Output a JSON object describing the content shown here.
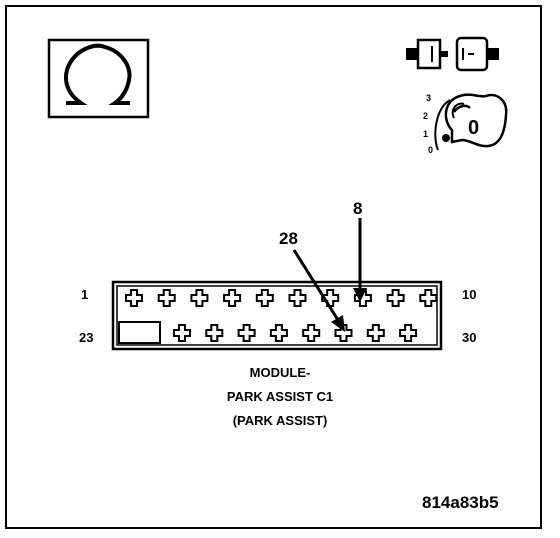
{
  "connector": {
    "pin_labels": {
      "top_left": "1",
      "top_right": "10",
      "bottom_left": "23",
      "bottom_right": "30"
    },
    "callouts": {
      "pin_a": "8",
      "pin_b": "28"
    },
    "title_lines": [
      "MODULE-",
      "PARK ASSIST C1",
      "(PARK ASSIST)"
    ]
  },
  "key_positions": [
    "3",
    "2",
    "1",
    "0"
  ],
  "key_face_label": "0",
  "ohm_symbol": "Ω",
  "figure_code": "814a83b5"
}
